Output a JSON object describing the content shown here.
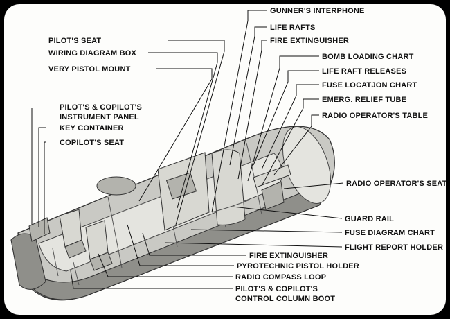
{
  "labels": {
    "gunners_interphone": "GUNNER'S INTERPHONE",
    "life_rafts": "LIFE RAFTS",
    "fire_extinguisher_top": "FIRE EXTINGUISHER",
    "pilots_seat": "PILOT'S SEAT",
    "wiring_diagram_box": "WIRING DIAGRAM BOX",
    "bomb_loading_chart": "BOMB LOADING CHART",
    "very_pistol_mount": "VERY PISTOL MOUNT",
    "life_raft_releases": "LIFE RAFT RELEASES",
    "fuse_location_chart": "FUSE LOCATJON CHART",
    "emerg_relief_tube": "EMERG. RELIEF TUBE",
    "pilot_copilot_panel_line1": "PILOT'S & COPILOT'S",
    "pilot_copilot_panel_line2": "INSTRUMENT PANEL",
    "radio_operators_table": "RADIO OPERATOR'S TABLE",
    "key_container": "KEY CONTAINER",
    "copilots_seat": "COPILOT'S SEAT",
    "radio_operators_seat": "RADIO OPERATOR'S SEAT",
    "guard_rail": "GUARD RAIL",
    "fuse_diagram_chart": "FUSE DIAGRAM CHART",
    "flight_report_holder": "FLIGHT REPORT HOLDER",
    "fire_extinguisher_bottom": "FIRE EXTINGUISHER",
    "pyrotechnic_pistol_holder": "PYROTECHNIC PISTOL HOLDER",
    "radio_compass_loop": "RADIO COMPASS LOOP",
    "control_column_boot_line1": "PILOT'S & COPILOT'S",
    "control_column_boot_line2": "CONTROL COLUMN BOOT"
  }
}
